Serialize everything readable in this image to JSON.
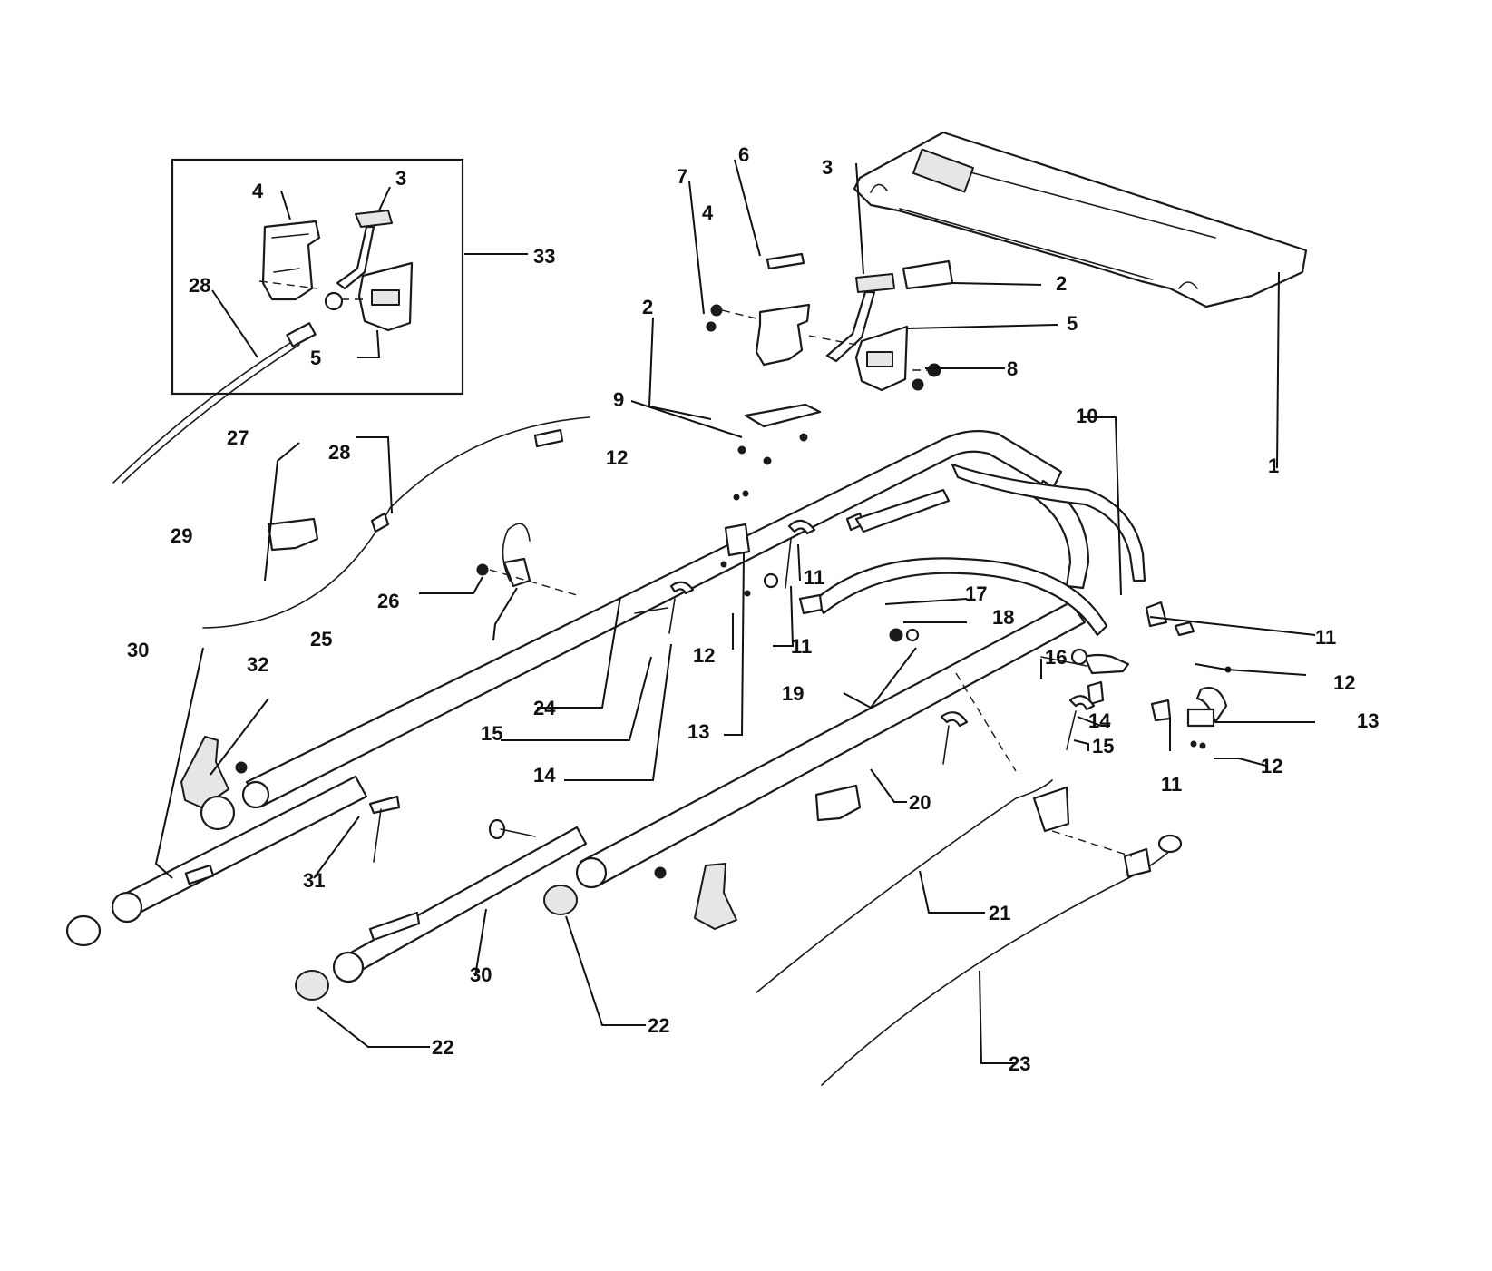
{
  "colors": {
    "ink": "#111111",
    "paper": "#ffffff",
    "shade": "#e6e6e6"
  },
  "callouts": [
    {
      "id": "1",
      "text": "1"
    },
    {
      "id": "2a",
      "text": "2"
    },
    {
      "id": "2b",
      "text": "2"
    },
    {
      "id": "3a",
      "text": "3"
    },
    {
      "id": "3b",
      "text": "3"
    },
    {
      "id": "4a",
      "text": "4"
    },
    {
      "id": "4b",
      "text": "4"
    },
    {
      "id": "5a",
      "text": "5"
    },
    {
      "id": "5b",
      "text": "5"
    },
    {
      "id": "6",
      "text": "6"
    },
    {
      "id": "7",
      "text": "7"
    },
    {
      "id": "8",
      "text": "8"
    },
    {
      "id": "9",
      "text": "9"
    },
    {
      "id": "10",
      "text": "10"
    },
    {
      "id": "11a",
      "text": "11"
    },
    {
      "id": "11b",
      "text": "11"
    },
    {
      "id": "11c",
      "text": "11"
    },
    {
      "id": "11d",
      "text": "11"
    },
    {
      "id": "12a",
      "text": "12"
    },
    {
      "id": "12b",
      "text": "12"
    },
    {
      "id": "12c",
      "text": "12"
    },
    {
      "id": "12d",
      "text": "12"
    },
    {
      "id": "13a",
      "text": "13"
    },
    {
      "id": "13b",
      "text": "13"
    },
    {
      "id": "14a",
      "text": "14"
    },
    {
      "id": "14b",
      "text": "14"
    },
    {
      "id": "15a",
      "text": "15"
    },
    {
      "id": "15b",
      "text": "15"
    },
    {
      "id": "16",
      "text": "16"
    },
    {
      "id": "17",
      "text": "17"
    },
    {
      "id": "18",
      "text": "18"
    },
    {
      "id": "19",
      "text": "19"
    },
    {
      "id": "20",
      "text": "20"
    },
    {
      "id": "21",
      "text": "21"
    },
    {
      "id": "22a",
      "text": "22"
    },
    {
      "id": "22b",
      "text": "22"
    },
    {
      "id": "23",
      "text": "23"
    },
    {
      "id": "24",
      "text": "24"
    },
    {
      "id": "25",
      "text": "25"
    },
    {
      "id": "26",
      "text": "26"
    },
    {
      "id": "27",
      "text": "27"
    },
    {
      "id": "28a",
      "text": "28"
    },
    {
      "id": "28b",
      "text": "28"
    },
    {
      "id": "29",
      "text": "29"
    },
    {
      "id": "30a",
      "text": "30"
    },
    {
      "id": "30b",
      "text": "30"
    },
    {
      "id": "31",
      "text": "31"
    },
    {
      "id": "32",
      "text": "32"
    },
    {
      "id": "33",
      "text": "33"
    }
  ]
}
